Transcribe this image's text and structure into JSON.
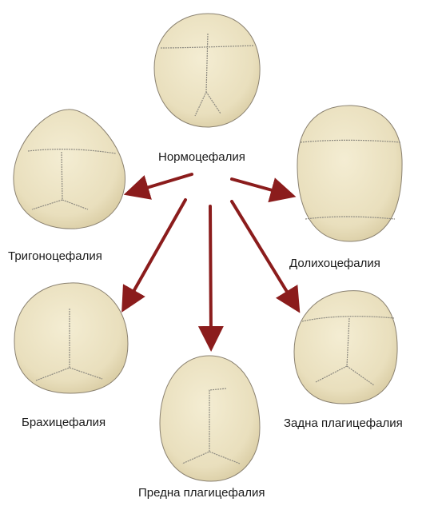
{
  "labels": {
    "normocephaly": "Нормоцефалия",
    "trigonocephaly": "Тригоноцефалия",
    "dolichocephaly": "Долихоцефалия",
    "brachycephaly": "Брахицефалия",
    "posterior_plagiocephaly": "Задна плагицефалия",
    "anterior_plagiocephaly": "Предна плагицефалия"
  },
  "colors": {
    "skull_fill": "#ece3c3",
    "skull_edge": "#8a8170",
    "suture": "#8d8a80",
    "arrow": "#8b1c1c"
  }
}
